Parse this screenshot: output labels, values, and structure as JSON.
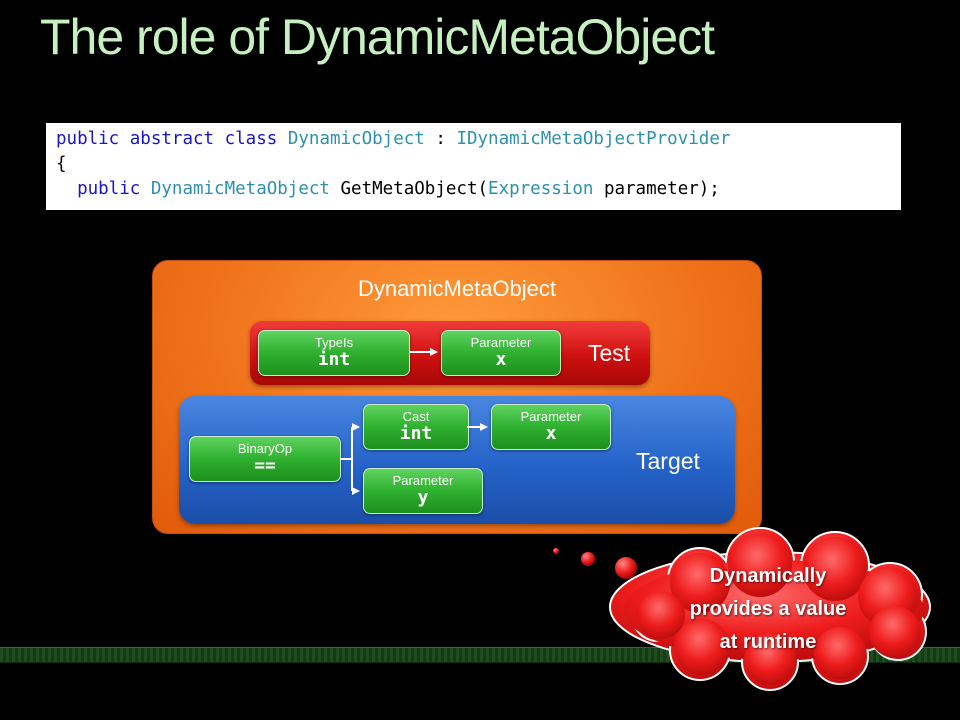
{
  "slide": {
    "title": "The role of DynamicMetaObject"
  },
  "code": {
    "line1": {
      "kw1": "public",
      "kw2": "abstract",
      "kw3": "class",
      "type1": "DynamicObject",
      "sep": ":",
      "type2": "IDynamicMetaObjectProvider"
    },
    "line2": "{",
    "line3": {
      "kw": "public",
      "type1": "DynamicMetaObject",
      "method": "GetMetaObject(",
      "type2": "Expression",
      "rest": "parameter);"
    }
  },
  "diagram": {
    "outer_label": "DynamicMetaObject",
    "test": {
      "label": "Test",
      "typeis": {
        "label": "TypeIs",
        "value": "int"
      },
      "parameter": {
        "label": "Parameter",
        "value": "x"
      }
    },
    "target": {
      "label": "Target",
      "binaryop": {
        "label": "BinaryOp",
        "value": "=="
      },
      "cast": {
        "label": "Cast",
        "value": "int"
      },
      "cast_parameter": {
        "label": "Parameter",
        "value": "x"
      },
      "parameter_y": {
        "label": "Parameter",
        "value": "y"
      }
    }
  },
  "callout": {
    "line1": "Dynamically",
    "line2": "provides a value",
    "line3": "at runtime"
  },
  "colors": {
    "title": "#c6f0bf",
    "outer_box": "#f0741c",
    "test_band": "#d01010",
    "target_band": "#2563c9",
    "pill": "#2fb02f",
    "cloud": "#ee1c1c"
  }
}
